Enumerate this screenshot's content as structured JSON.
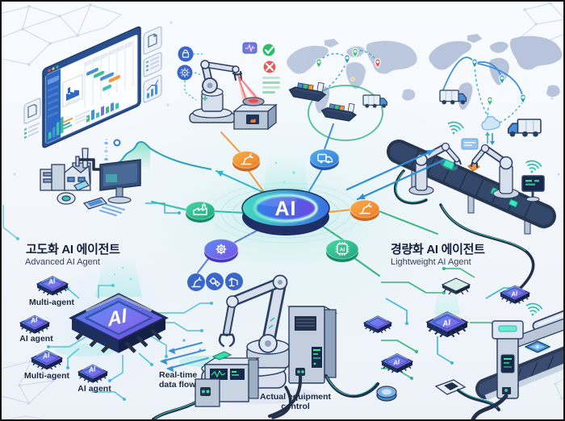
{
  "illustration": {
    "hub": {
      "label": "AI"
    },
    "sections": {
      "advanced": {
        "title_ko": "고도화 AI 에이전트",
        "subtitle_en": "Advanced AI Agent"
      },
      "lightweight": {
        "title_ko": "경량화 AI 에이전트",
        "subtitle_en": "Lightweight AI Agent"
      }
    },
    "agent_chips": {
      "main_label": "AI",
      "satellites": [
        {
          "label": "AI",
          "caption": "Multi-agent"
        },
        {
          "label": "AI",
          "caption": "AI agent"
        },
        {
          "label": "AI",
          "caption": "Multi-agent"
        },
        {
          "label": "AI",
          "caption": "AI agent"
        }
      ]
    },
    "edge_chips": [
      {
        "label": "AI"
      },
      {
        "label": "AI"
      },
      {
        "label": "AI"
      }
    ],
    "hub_icons": {
      "chip_disc_label": "AI"
    },
    "annotations": {
      "realtime_line1": "Real-time",
      "realtime_line2": "data flow",
      "equipment_line1": "Actual equipment",
      "equipment_line2": "control"
    },
    "colors": {
      "accent_teal": "#2fbfae",
      "accent_blue": "#3d8fd6",
      "accent_orange": "#f59a3c",
      "accent_green": "#35b57c",
      "accent_red": "#e05252",
      "navy_outline": "#2b3f63",
      "chip_gradient_start": "#4a86ec",
      "chip_gradient_end": "#7a4de0"
    }
  }
}
